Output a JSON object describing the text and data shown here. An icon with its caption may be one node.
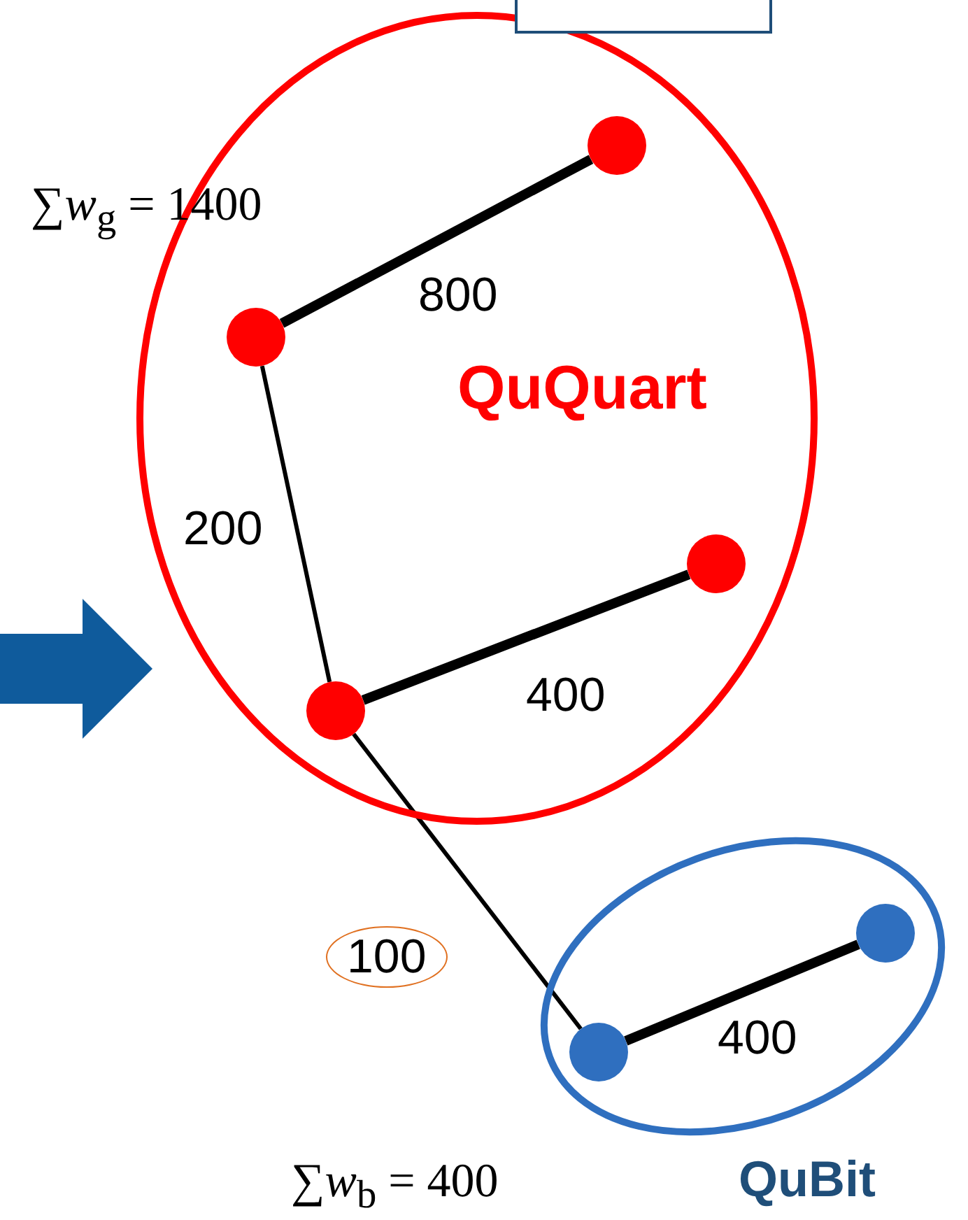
{
  "diagram": {
    "nodes": [
      {
        "text": [
          "QuQuart"
        ]
      },
      {
        "text": [],
        "shape": "circle",
        "in": 0
      },
      {
        "text": [],
        "shape": "circle",
        "in": 0
      },
      {
        "text": [],
        "shape": "circle",
        "in": 0
      },
      {
        "text": [],
        "shape": "circle",
        "in": 0
      },
      {
        "text": [
          "QuBit"
        ]
      },
      {
        "text": [],
        "shape": "circle",
        "in": 5
      },
      {
        "text": [],
        "shape": "circle",
        "in": 5
      },
      {
        "text": [],
        "shape": "box"
      }
    ],
    "edges": [
      {
        "from": 2,
        "to": 1,
        "arrow": "none",
        "label": "800"
      },
      {
        "from": 2,
        "to": 4,
        "arrow": "none",
        "label": "200"
      },
      {
        "from": 4,
        "to": 3,
        "arrow": "none",
        "label": "400"
      },
      {
        "from": 4,
        "to": 6,
        "arrow": "none",
        "label": "100"
      },
      {
        "from": 6,
        "to": 7,
        "arrow": "none",
        "label": "400"
      },
      {
        "from": null,
        "to": 0,
        "arrow": "to",
        "style": "thick",
        "color": "#0f5b9c"
      }
    ],
    "labels": [
      "∑*w*$_{g}$ = 1400",
      "∑*w*$_{b}$ = 400"
    ]
  }
}
